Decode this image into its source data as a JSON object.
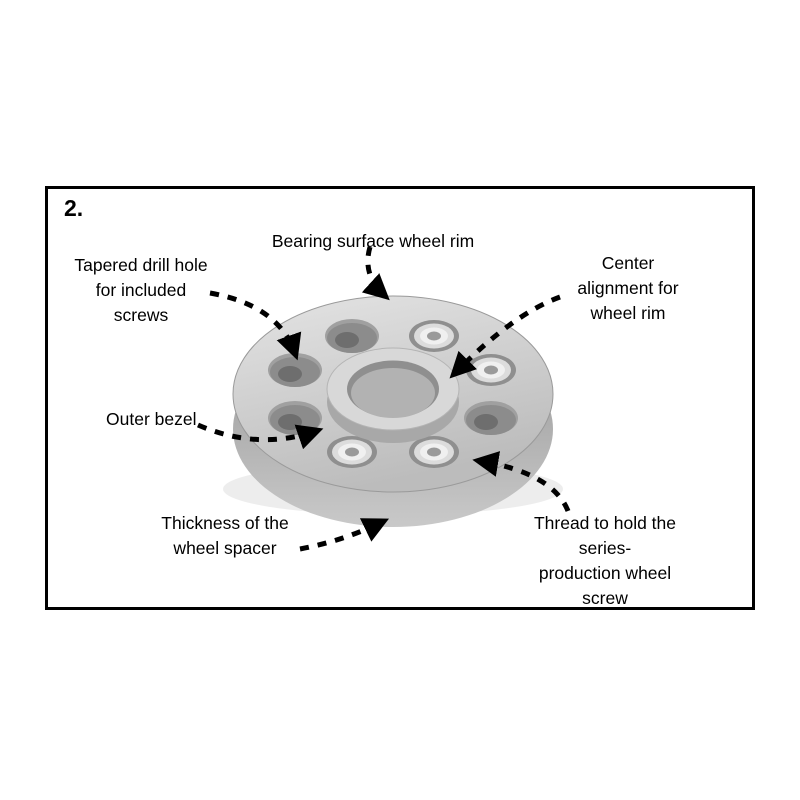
{
  "figure": {
    "step_number": "2.",
    "labels": {
      "bearing_surface": "Bearing surface wheel rim",
      "tapered_hole": "Tapered drill hole\nfor included\nscrews",
      "center_alignment": "Center alignment for\nwheel rim",
      "outer_bezel": "Outer bezel",
      "thickness": "Thickness of the\nwheel spacer",
      "thread": "Thread to hold the series-\nproduction wheel screw"
    },
    "colors": {
      "background": "#ffffff",
      "border": "#000000",
      "text": "#000000",
      "arrow": "#000000",
      "spacer_top_light": "#e2e2e2",
      "spacer_top_dark": "#bcbcbc",
      "spacer_side": "#9b9b9b",
      "collar": "#d8d8d8",
      "bore": "#a6a6a6",
      "hole_recess": "#8e8e8e",
      "hole_drill": "#6e6e6e",
      "thread_bright": "#f0f0f0"
    }
  }
}
